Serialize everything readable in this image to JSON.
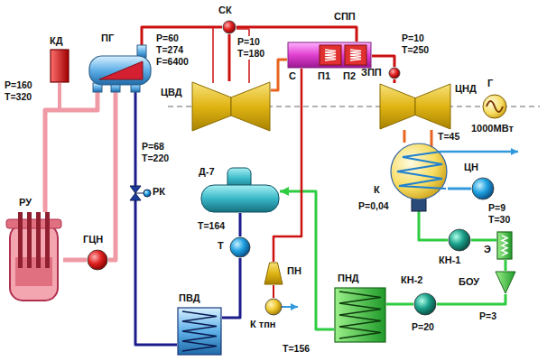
{
  "diagram": {
    "nodes": [
      {
        "text": [
          "КД"
        ]
      },
      {
        "text": [
          "ПГ"
        ]
      },
      {
        "text": [
          "РУ"
        ]
      },
      {
        "text": [
          "ГЦН"
        ]
      },
      {
        "text": [
          "СК"
        ]
      },
      {
        "text": [
          "ЦВД"
        ]
      },
      {
        "text": [
          "СПП",
          "С",
          "П1",
          "П2"
        ]
      },
      {
        "text": [
          "ЗПП"
        ]
      },
      {
        "text": [
          "ЦНД"
        ]
      },
      {
        "text": [
          "Г",
          "1000МВт"
        ]
      },
      {
        "text": [
          "К"
        ]
      },
      {
        "text": [
          "ЦН"
        ]
      },
      {
        "text": [
          "КН-1"
        ]
      },
      {
        "text": [
          "Э"
        ]
      },
      {
        "text": [
          "БОУ"
        ]
      },
      {
        "text": [
          "КН-2"
        ]
      },
      {
        "text": [
          "ПНД"
        ]
      },
      {
        "text": [
          "Д-7"
        ]
      },
      {
        "text": [
          "T"
        ]
      },
      {
        "text": [
          "ПН"
        ]
      },
      {
        "text": [
          "К тпн"
        ]
      },
      {
        "text": [
          "ПВД"
        ]
      },
      {
        "text": [
          "РК"
        ]
      }
    ],
    "edges": [
      {
        "from": 0,
        "to": 2,
        "arrow": "none"
      },
      {
        "from": 2,
        "to": 1,
        "arrow": "none"
      },
      {
        "from": 1,
        "to": 3,
        "arrow": "none"
      },
      {
        "from": 3,
        "to": 2,
        "arrow": "none"
      },
      {
        "from": 1,
        "to": 4,
        "arrow": "none"
      },
      {
        "from": 4,
        "to": 5,
        "arrow": "none"
      },
      {
        "from": 4,
        "to": 6,
        "arrow": "none"
      },
      {
        "from": 5,
        "to": 6,
        "arrow": "none"
      },
      {
        "from": 6,
        "to": 7,
        "arrow": "none"
      },
      {
        "from": 7,
        "to": 8,
        "arrow": "none"
      },
      {
        "from": 8,
        "to": 10,
        "arrow": "none"
      },
      {
        "from": 11,
        "to": 10,
        "arrow": "none"
      },
      {
        "from": 10,
        "to": 12,
        "arrow": "none"
      },
      {
        "from": 12,
        "to": 13,
        "arrow": "none"
      },
      {
        "from": 13,
        "to": 14,
        "arrow": "none"
      },
      {
        "from": 14,
        "to": 15,
        "arrow": "none"
      },
      {
        "from": 15,
        "to": 16,
        "arrow": "none"
      },
      {
        "from": 16,
        "to": 17,
        "arrow": "to"
      },
      {
        "from": 17,
        "to": 18,
        "arrow": "none"
      },
      {
        "from": 18,
        "to": 21,
        "arrow": "none"
      },
      {
        "from": 21,
        "to": 22,
        "arrow": "none"
      },
      {
        "from": 22,
        "to": 1,
        "arrow": "none"
      },
      {
        "from": 6,
        "to": 19,
        "arrow": "none"
      },
      {
        "from": 19,
        "to": 20,
        "arrow": "none"
      }
    ],
    "labels": [
      "P=160 T=320",
      "P=60 T=274 F=6400",
      "P=10 T=180",
      "P=10 T=250",
      "T=45",
      "P=68 T=220",
      "P=0,04",
      "P=9 T=30",
      "T=164",
      "P=3",
      "T=156",
      "P=20"
    ]
  }
}
